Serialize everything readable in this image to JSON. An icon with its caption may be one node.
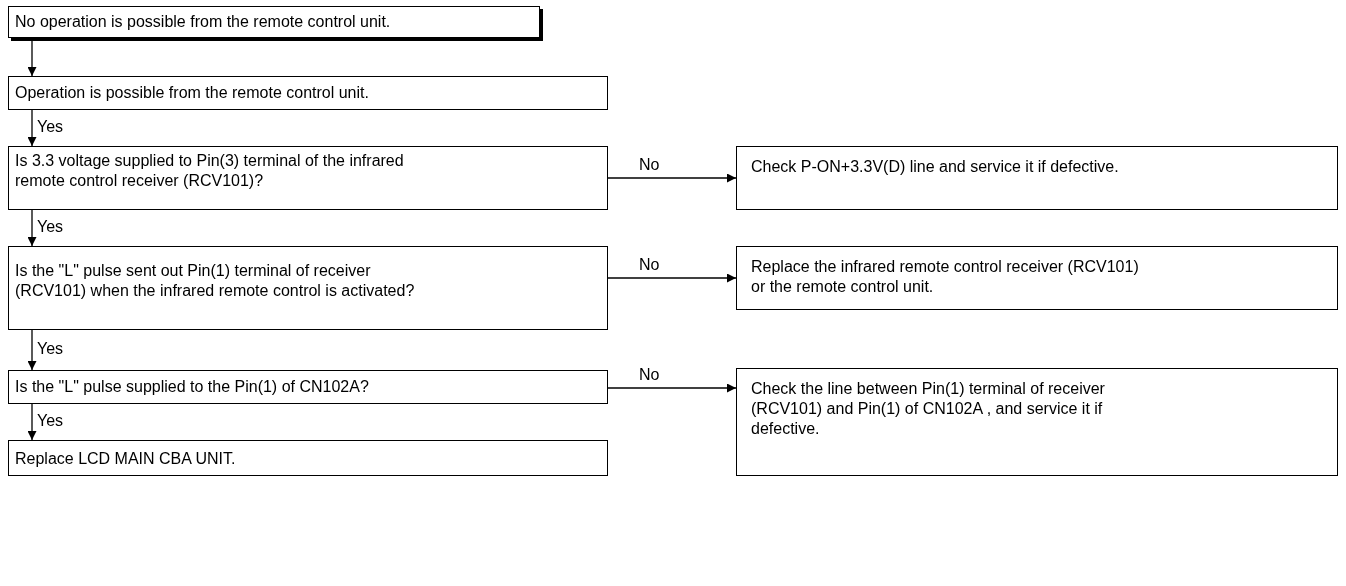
{
  "diagram": {
    "nodes": [
      {
        "text": [
          "No operation is possible from the remote control unit."
        ]
      },
      {
        "text": [
          "Operation is possible from the remote control unit."
        ]
      },
      {
        "text": [
          "Is 3.3 voltage supplied to Pin(3) terminal of the infrared remote control receiver (RCV101)?"
        ]
      },
      {
        "text": [
          "Is the \"L\" pulse sent out Pin(1) terminal of receiver (RCV101) when the infrared remote control is activated?"
        ]
      },
      {
        "text": [
          "Is the \"L\" pulse supplied to the Pin(1) of CN102A?"
        ]
      },
      {
        "text": [
          "Replace LCD MAIN CBA UNIT."
        ]
      },
      {
        "text": [
          "Check P-ON+3.3V(D) line and service it if defective."
        ]
      },
      {
        "text": [
          "Replace the infrared remote control receiver (RCV101) or the remote control unit."
        ]
      },
      {
        "text": [
          "Check the line between Pin(1) terminal of receiver (RCV101) and Pin(1) of CN102A , and service it if defective."
        ]
      }
    ],
    "edges": [
      {
        "from": 0,
        "to": 1,
        "arrow": "to"
      },
      {
        "from": 1,
        "to": 2,
        "arrow": "to",
        "label": "Yes"
      },
      {
        "from": 2,
        "to": 3,
        "arrow": "to",
        "label": "Yes"
      },
      {
        "from": 3,
        "to": 4,
        "arrow": "to",
        "label": "Yes"
      },
      {
        "from": 4,
        "to": 5,
        "arrow": "to",
        "label": "Yes"
      },
      {
        "from": 2,
        "to": 6,
        "arrow": "to",
        "label": "No"
      },
      {
        "from": 3,
        "to": 7,
        "arrow": "to",
        "label": "No"
      },
      {
        "from": 4,
        "to": 8,
        "arrow": "to",
        "label": "No"
      }
    ]
  }
}
